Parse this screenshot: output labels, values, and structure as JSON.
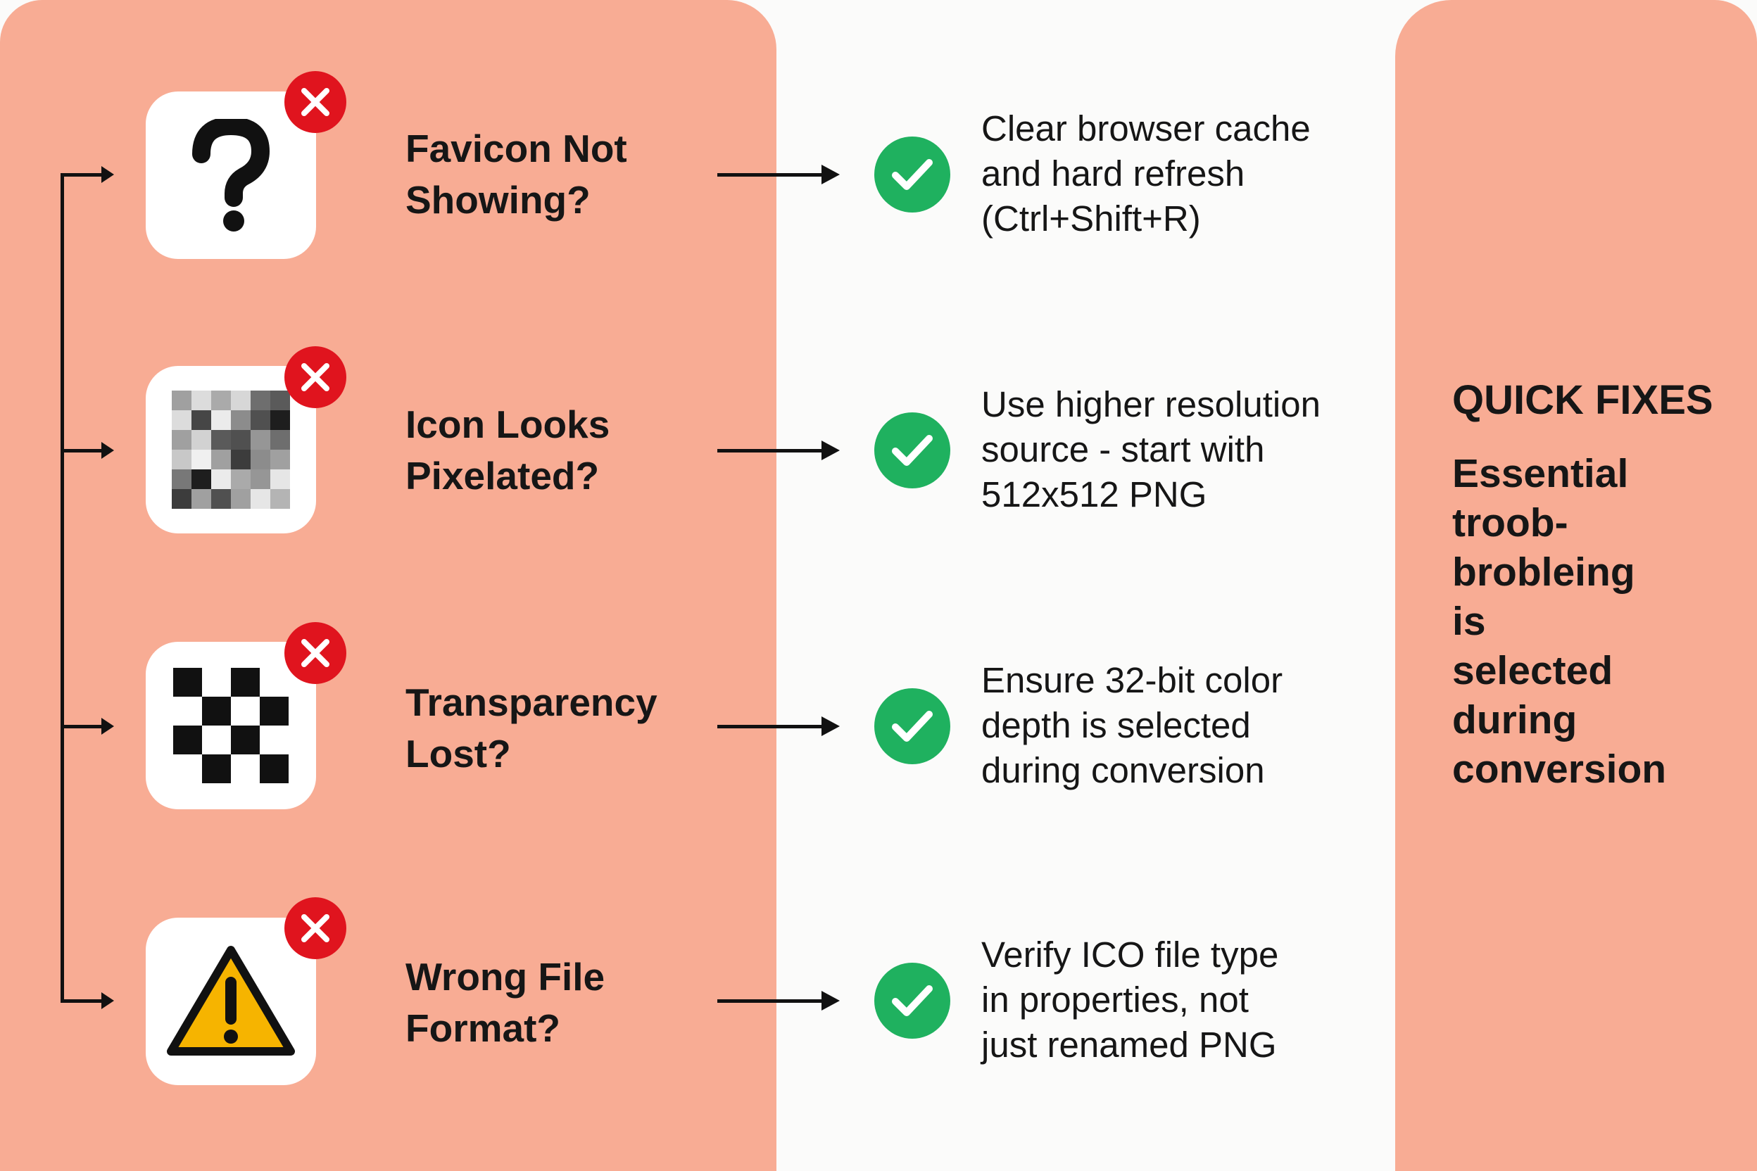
{
  "problems": [
    {
      "lines": [
        "Favicon Not",
        "Showing?"
      ],
      "icon": "question-mark-icon"
    },
    {
      "lines": [
        "Icon Looks",
        "Pixelated?"
      ],
      "icon": "pixelated-grid-icon"
    },
    {
      "lines": [
        "Transparency",
        "Lost?"
      ],
      "icon": "checkerboard-icon"
    },
    {
      "lines": [
        "Wrong File",
        "Format?"
      ],
      "icon": "warning-triangle-icon"
    }
  ],
  "solutions": [
    {
      "lines": [
        "Clear browser cache",
        "and hard refresh",
        "(Ctrl+Shift+R)"
      ]
    },
    {
      "lines": [
        "Use higher resolution",
        "source - start with",
        "512x512 PNG"
      ]
    },
    {
      "lines": [
        "Ensure 32-bit color",
        "depth is selected",
        "during conversion"
      ]
    },
    {
      "lines": [
        "Verify ICO file type",
        "in properties, not",
        "just renamed PNG"
      ]
    }
  ],
  "sidebar": {
    "title": "QUICK FIXES",
    "lines": [
      "Essential",
      "troob-",
      "brobleing",
      "is",
      "selected",
      "during",
      "conversion"
    ]
  },
  "colors": {
    "panel": "#f8ac94",
    "error": "#e0141e",
    "success": "#1fb15f",
    "warning": "#f6b400"
  }
}
